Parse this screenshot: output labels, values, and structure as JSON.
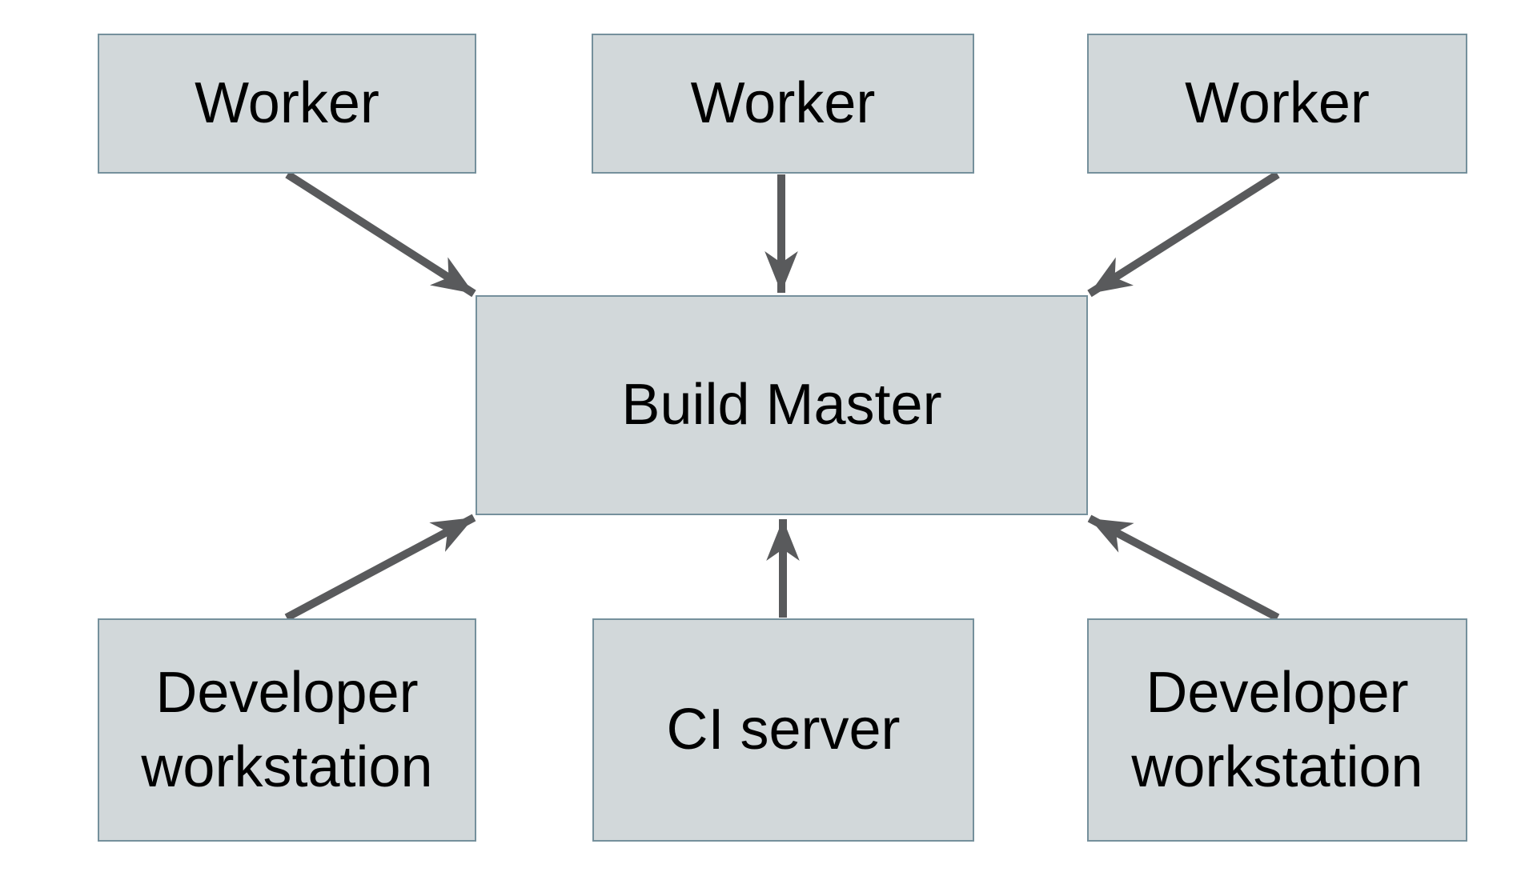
{
  "diagram": {
    "nodes": {
      "worker1": {
        "label": "Worker"
      },
      "worker2": {
        "label": "Worker"
      },
      "worker3": {
        "label": "Worker"
      },
      "master": {
        "label": "Build Master"
      },
      "dev_left": {
        "label": "Developer workstation"
      },
      "ci": {
        "label": "CI server"
      },
      "dev_right": {
        "label": "Developer workstation"
      }
    },
    "edges": [
      {
        "from": "worker1",
        "to": "master",
        "direction": "down-right"
      },
      {
        "from": "worker2",
        "to": "master",
        "direction": "down"
      },
      {
        "from": "worker3",
        "to": "master",
        "direction": "down-left"
      },
      {
        "from": "dev_left",
        "to": "master",
        "direction": "up-right"
      },
      {
        "from": "ci",
        "to": "master",
        "direction": "up"
      },
      {
        "from": "dev_right",
        "to": "master",
        "direction": "up-left"
      }
    ],
    "colors": {
      "node_fill": "#d2d8da",
      "node_border": "#75909c",
      "arrow": "#595a5c",
      "text": "#000000",
      "background": "#ffffff"
    }
  }
}
